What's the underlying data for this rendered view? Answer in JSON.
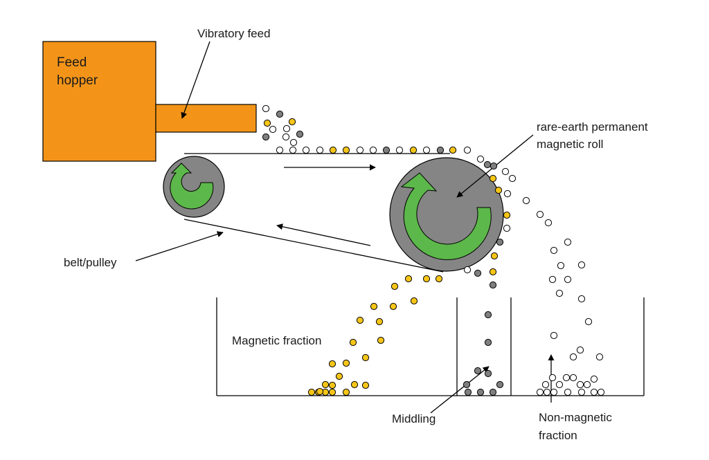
{
  "labels": {
    "feed_hopper_line1": "Feed",
    "feed_hopper_line2": "hopper",
    "vibratory_feed": "Vibratory feed",
    "magnetic_roll_line1": "rare-earth permanent",
    "magnetic_roll_line2": "magnetic roll",
    "belt_pulley": "belt/pulley",
    "magnetic_fraction": "Magnetic fraction",
    "middling": "Middling",
    "non_magnetic_line1": "Non-magnetic",
    "non_magnetic_line2": "fraction"
  },
  "colors": {
    "hopper": "#f39419",
    "rotation_arrow": "#5cb84a",
    "roll": "#858585",
    "magnetic_particle": "#f5c518",
    "middling_particle": "#7f7f7f",
    "non_magnetic_particle": "#ffffff"
  },
  "particle_types": [
    "magnetic",
    "middling",
    "non-magnetic"
  ]
}
